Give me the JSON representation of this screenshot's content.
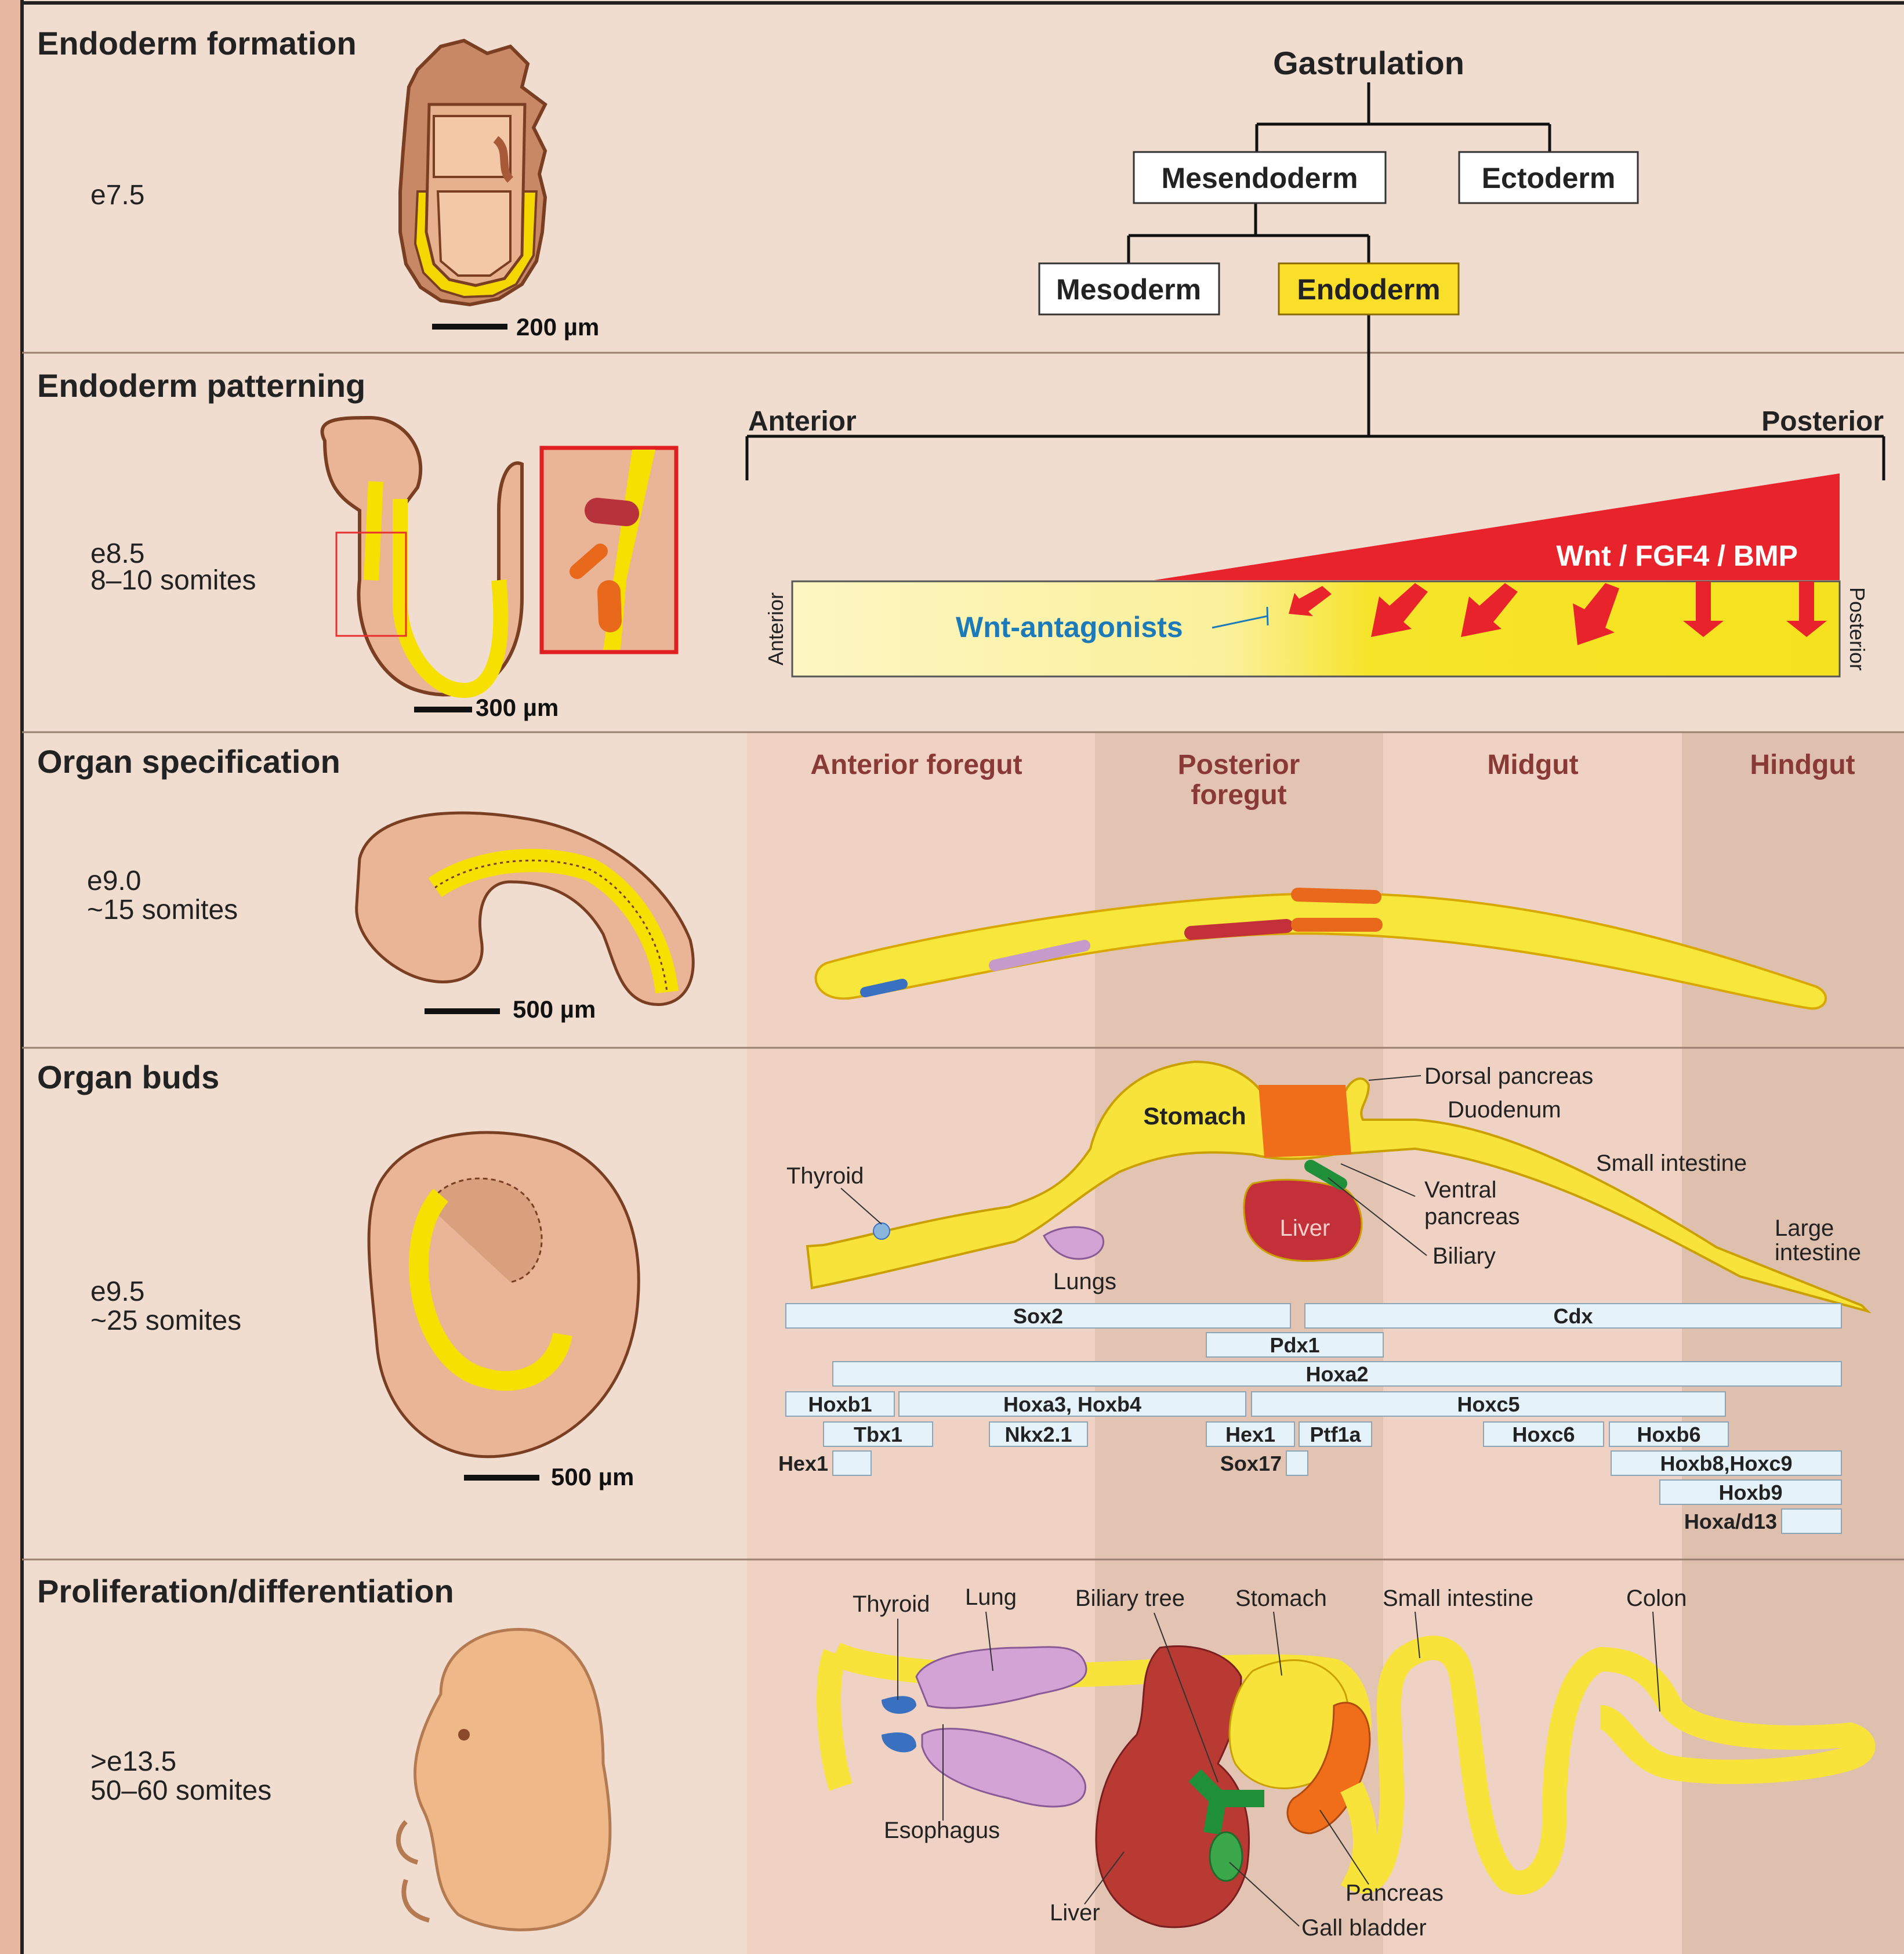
{
  "rows": [
    {
      "title": "Endoderm formation",
      "stage_lines": [
        "e7.5"
      ],
      "scale": "200 µm"
    },
    {
      "title": "Endoderm patterning",
      "stage_lines": [
        "e8.5",
        "8–10 somites"
      ],
      "scale": "300 µm"
    },
    {
      "title": "Organ specification",
      "stage_lines": [
        "e9.0",
        "~15 somites"
      ],
      "scale": "500 µm"
    },
    {
      "title": "Organ buds",
      "stage_lines": [
        "e9.5",
        "~25 somites"
      ],
      "scale": "500 µm"
    },
    {
      "title": "Proliferation/differentiation",
      "stage_lines": [
        ">e13.5",
        "50–60 somites"
      ],
      "scale": ""
    }
  ],
  "lineage": {
    "root": "Gastrulation",
    "mesendoderm": "Mesendoderm",
    "ectoderm": "Ectoderm",
    "mesoderm": "Mesoderm",
    "endoderm": "Endoderm"
  },
  "patterning": {
    "anterior": "Anterior",
    "posterior": "Posterior",
    "signal_label": "Wnt / FGF4 / BMP",
    "antagonist_label": "Wnt-antagonists",
    "bar_left": "Anterior",
    "bar_right": "Posterior",
    "colors": {
      "signal": "#e8232c",
      "antagonist_text": "#1c7ab8",
      "endoderm": "#f5e21e"
    }
  },
  "regions": [
    "Anterior foregut",
    "Posterior foregut",
    "Midgut",
    "Hindgut"
  ],
  "bud_labels": {
    "dorsal_pancreas": "Dorsal pancreas",
    "duodenum": "Duodenum",
    "stomach": "Stomach",
    "small_intestine": "Small intestine",
    "thyroid": "Thyroid",
    "ventral_pancreas": "Ventral pancreas",
    "liver": "Liver",
    "biliary": "Biliary",
    "lungs": "Lungs",
    "large_intestine": "Large intestine"
  },
  "genes": [
    {
      "name": "Sox2"
    },
    {
      "name": "Cdx"
    },
    {
      "name": "Pdx1"
    },
    {
      "name": "Hoxa2"
    },
    {
      "name": "Hoxb1"
    },
    {
      "name": "Hoxa3, Hoxb4"
    },
    {
      "name": "Hoxc5"
    },
    {
      "name": "Tbx1"
    },
    {
      "name": "Nkx2.1"
    },
    {
      "name": "Hex1"
    },
    {
      "name": "Ptf1a"
    },
    {
      "name": "Hoxc6"
    },
    {
      "name": "Hoxb6"
    },
    {
      "name": "Hoxb8,Hoxc9"
    },
    {
      "name": "Hoxb9"
    },
    {
      "name": "Hex1"
    },
    {
      "name": "Sox17"
    },
    {
      "name": "Hoxa/d13"
    }
  ],
  "organ_labels": {
    "thyroid": "Thyroid",
    "lung": "Lung",
    "biliary_tree": "Biliary tree",
    "stomach": "Stomach",
    "small_intestine": "Small intestine",
    "colon": "Colon",
    "esophagus": "Esophagus",
    "liver": "Liver",
    "pancreas": "Pancreas",
    "gall_bladder": "Gall bladder"
  }
}
